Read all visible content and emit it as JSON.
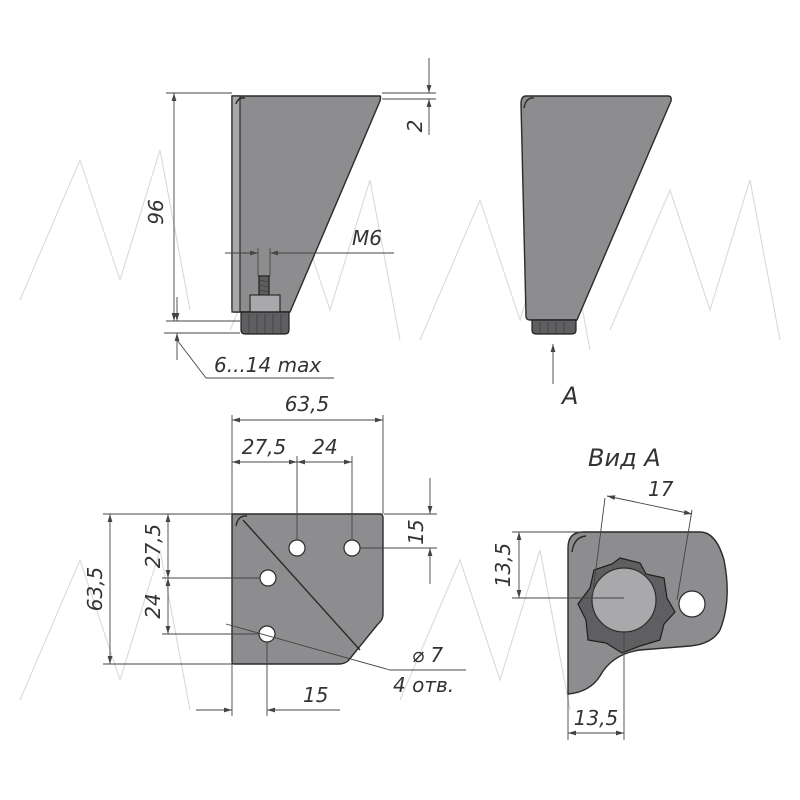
{
  "side_view": {
    "height_dim": "96",
    "top_gap_dim": "2",
    "thread_dim": "M6",
    "adjust_dim": "6...14 max"
  },
  "front_view": {
    "view_arrow_label": "A"
  },
  "top_view": {
    "width_dim": "63,5",
    "hole_x1_dim": "27,5",
    "hole_x2_dim": "24",
    "hole_y_top_dim": "15",
    "depth_dim": "63,5",
    "hole_y1_dim": "27,5",
    "hole_y2_dim": "24",
    "hole_x_bottom_dim": "15",
    "hole_diameter": "⌀ 7",
    "hole_count": "4 отв."
  },
  "view_a": {
    "title": "Вид А",
    "diag_dim": "17",
    "vertical_dim": "13,5",
    "horizontal_dim": "13,5"
  }
}
